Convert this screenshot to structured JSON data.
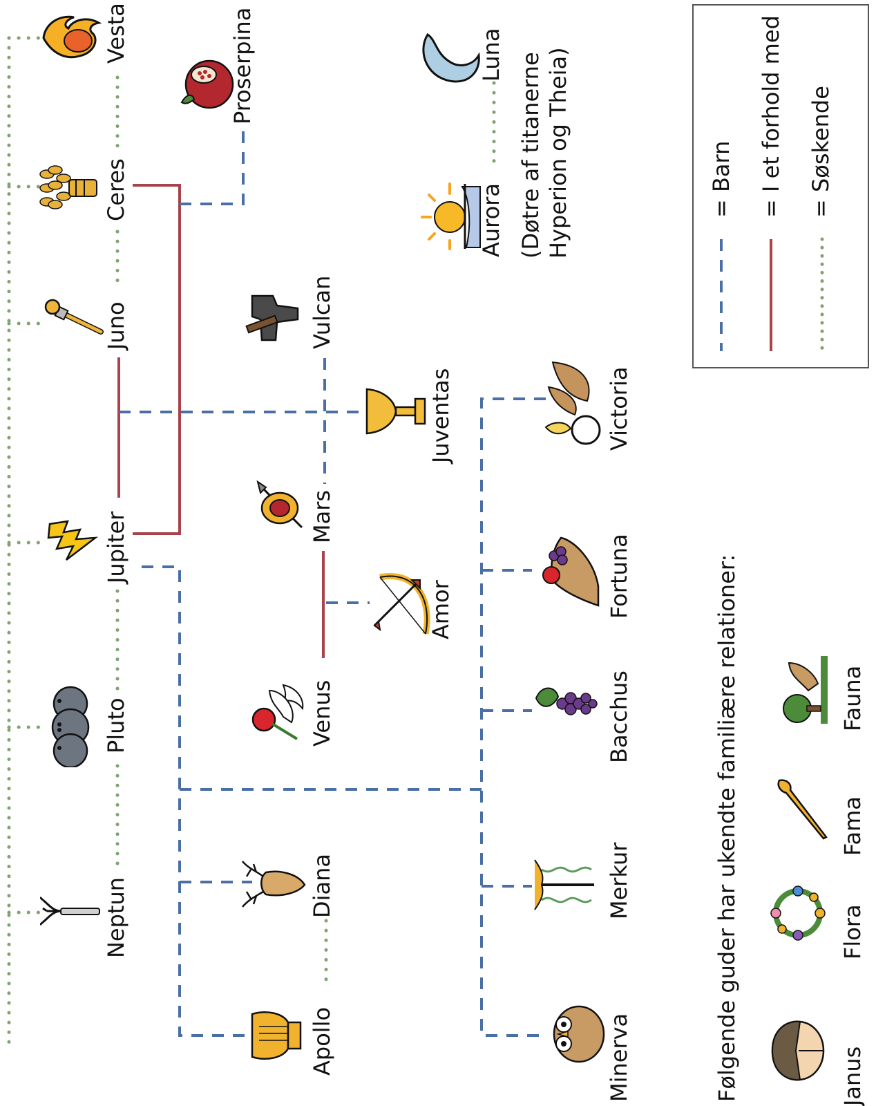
{
  "colors": {
    "child_line": "#4a6fa5",
    "relationship_line": "#a8434c",
    "sibling_line": "#7fa472"
  },
  "gods": {
    "neptun": {
      "name": "Neptun",
      "icon": "trident-icon"
    },
    "pluto": {
      "name": "Pluto",
      "icon": "cerberus-icon"
    },
    "jupiter": {
      "name": "Jupiter",
      "icon": "lightning-icon"
    },
    "juno": {
      "name": "Juno",
      "icon": "scepter-icon"
    },
    "ceres": {
      "name": "Ceres",
      "icon": "wheat-icon"
    },
    "vesta": {
      "name": "Vesta",
      "icon": "flame-icon"
    },
    "proserpina": {
      "name": "Proserpina",
      "icon": "pomegranate-icon"
    },
    "luna": {
      "name": "Luna",
      "icon": "moon-icon"
    },
    "aurora": {
      "name": "Aurora",
      "icon": "sunrise-icon"
    },
    "vulcan": {
      "name": "Vulcan",
      "icon": "anvil-icon"
    },
    "juventas": {
      "name": "Juventas",
      "icon": "goblet-icon"
    },
    "mars": {
      "name": "Mars",
      "icon": "spear-shield-icon"
    },
    "amor": {
      "name": "Amor",
      "icon": "bow-arrow-icon"
    },
    "venus": {
      "name": "Venus",
      "icon": "dove-rose-icon"
    },
    "diana": {
      "name": "Diana",
      "icon": "deer-icon"
    },
    "apollo": {
      "name": "Apollo",
      "icon": "lyre-icon"
    },
    "victoria": {
      "name": "Victoria",
      "icon": "chariot-icon"
    },
    "fortuna": {
      "name": "Fortuna",
      "icon": "cornucopia-icon"
    },
    "bacchus": {
      "name": "Bacchus",
      "icon": "grapes-icon"
    },
    "merkur": {
      "name": "Merkur",
      "icon": "caduceus-icon"
    },
    "minerva": {
      "name": "Minerva",
      "icon": "owl-icon"
    },
    "janus": {
      "name": "Janus",
      "icon": "two-faces-icon"
    },
    "flora": {
      "name": "Flora",
      "icon": "flower-wreath-icon"
    },
    "fama": {
      "name": "Fama",
      "icon": "trumpet-icon"
    },
    "fauna": {
      "name": "Fauna",
      "icon": "fawn-forest-icon"
    }
  },
  "aurora_luna_note": {
    "line1": "(Døtre af titanerne",
    "line2": "Hyperion og Theia)"
  },
  "unknown_relations_heading": "Følgende guder har ukendte familiære relationer:",
  "legend": {
    "child": "= Barn",
    "relationship": "= I et forhold med",
    "siblings": "= Søskende"
  }
}
